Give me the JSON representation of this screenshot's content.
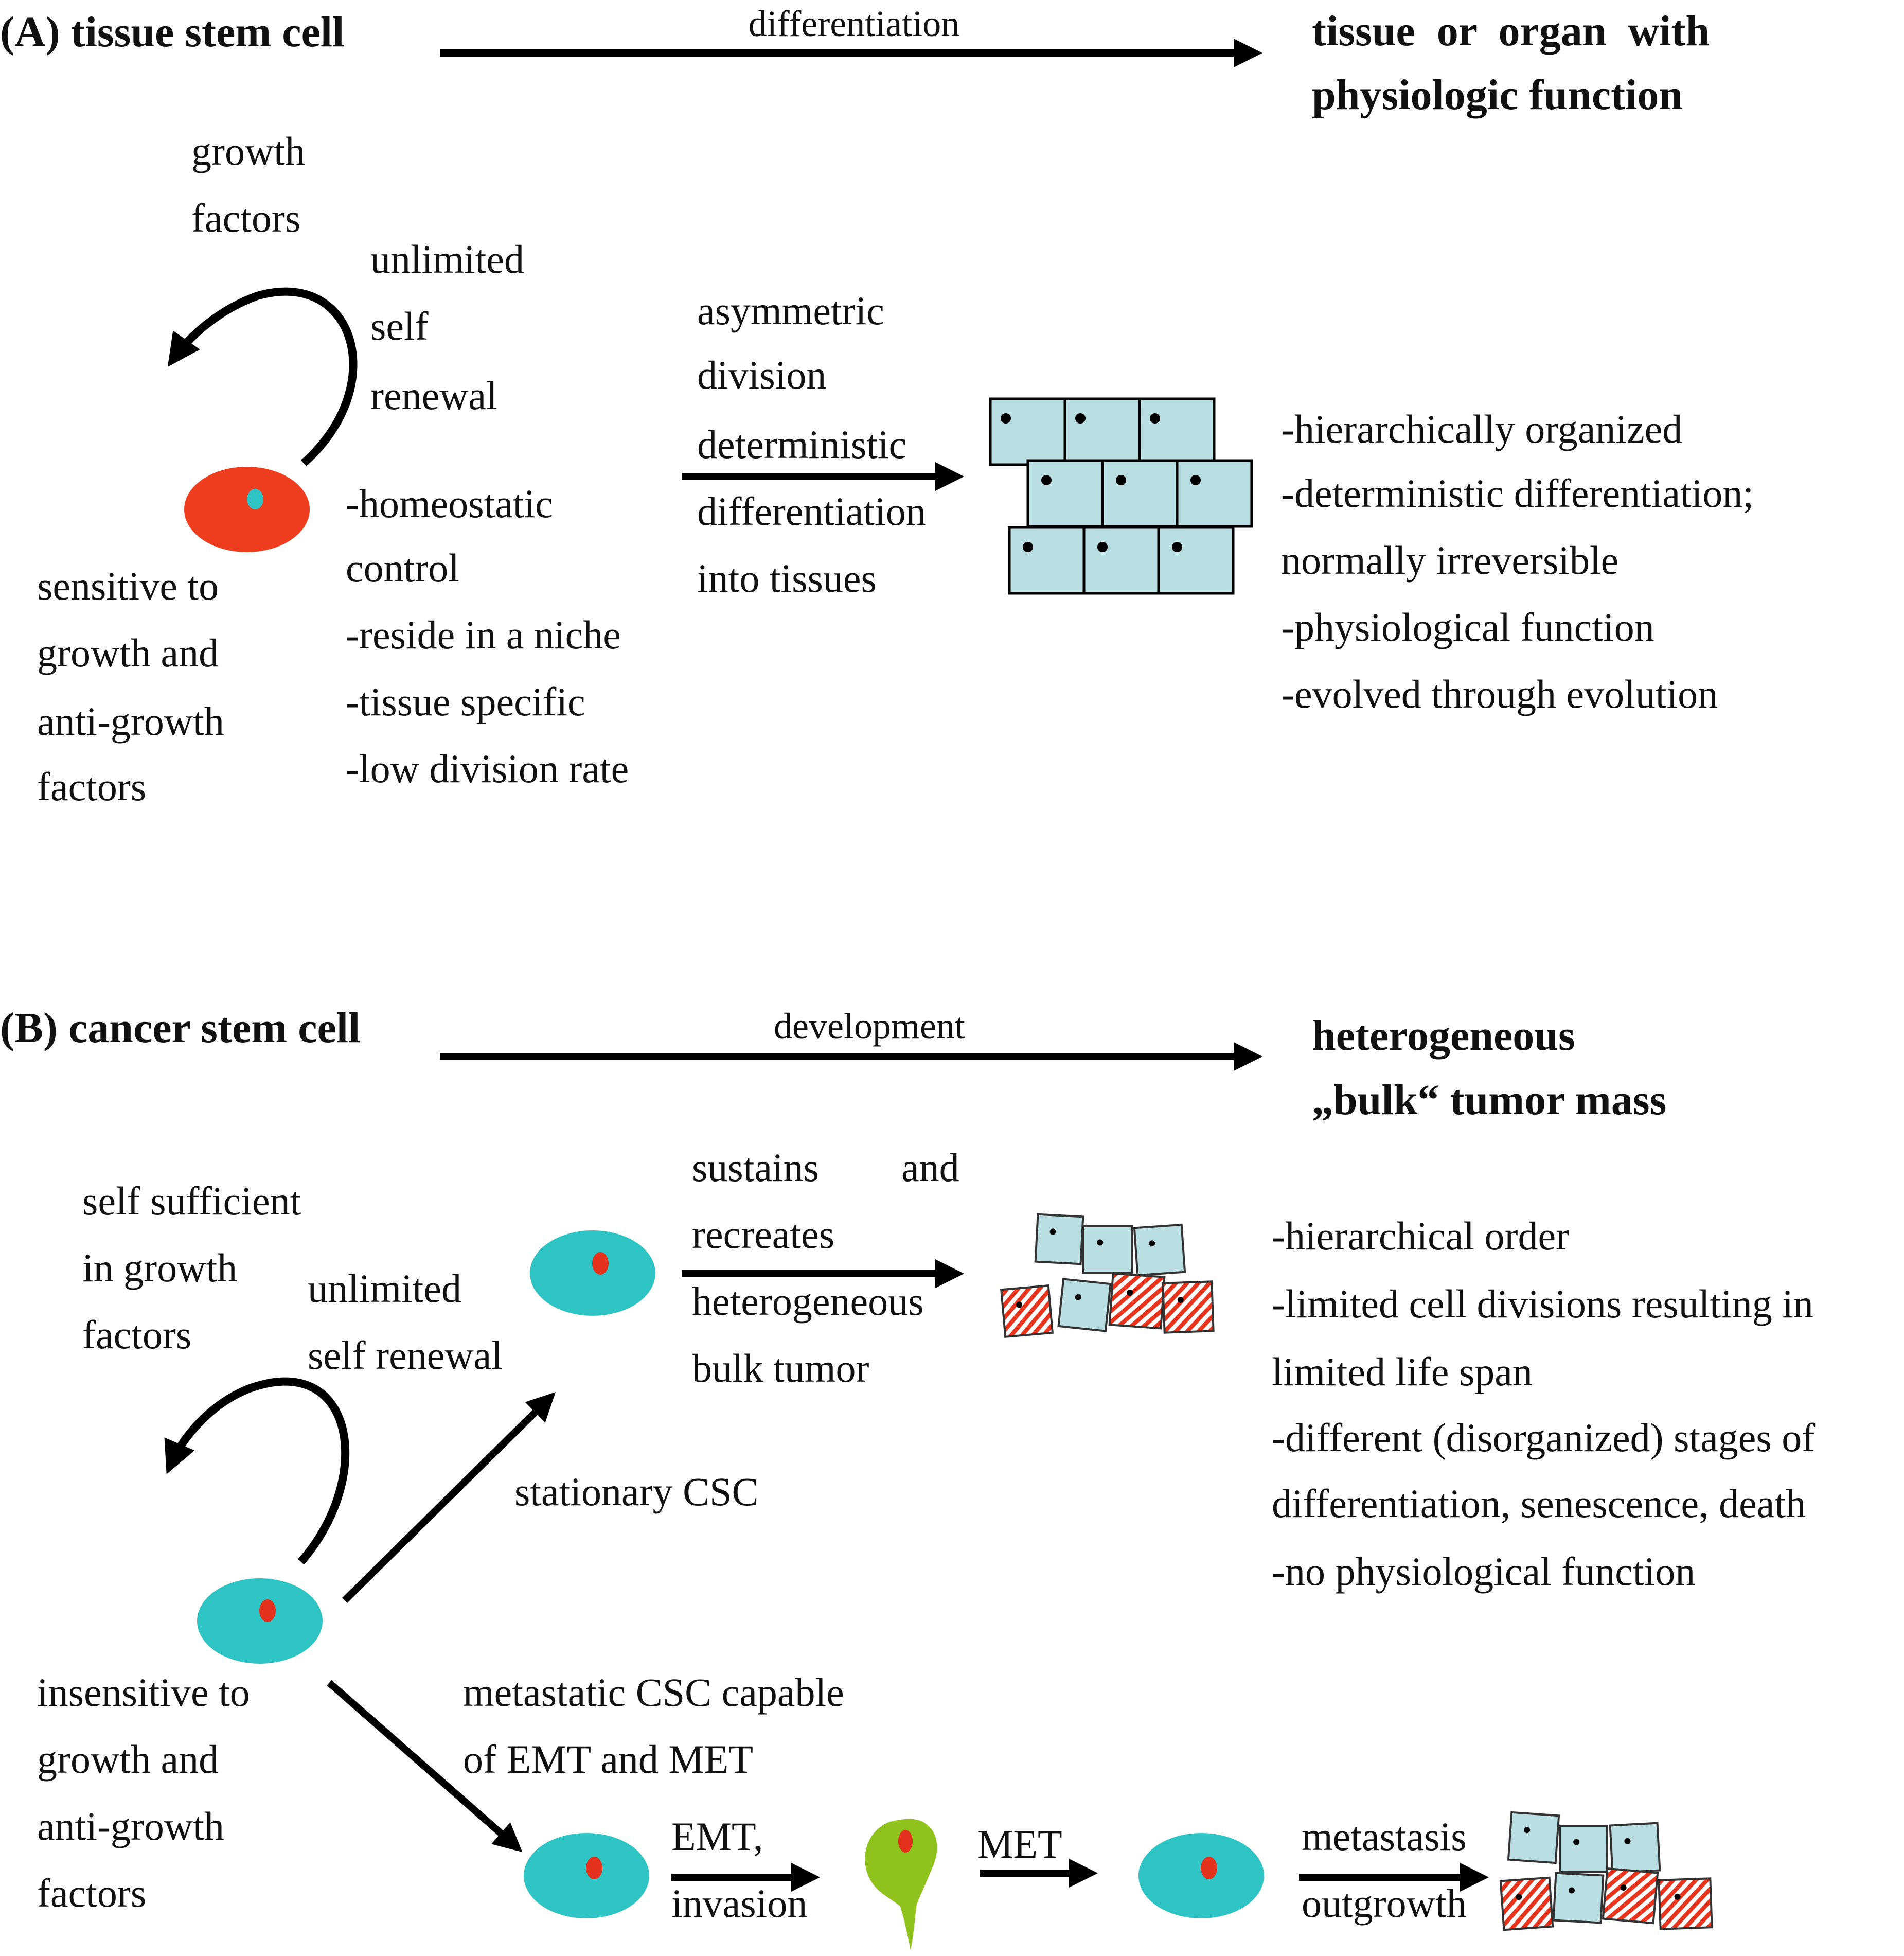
{
  "colors": {
    "tissue_cell": "#ee3d1f",
    "cancer_cell": "#2fc4c4",
    "cancer_nucleus": "#e4321e",
    "tissue_nucleus": "#2fc4c4",
    "tissue_block": "#b9dfe2",
    "tumor_hatch": "#e8341c",
    "migrating_cell": "#8fc21c"
  },
  "panel_a": {
    "title": "(A) tissue stem cell",
    "arrow_label": "differentiation",
    "target_title": [
      "tissue  or  organ  with",
      "physiologic function"
    ],
    "growth_factors": [
      "growth",
      "factors"
    ],
    "self_renewal": [
      "unlimited",
      "self",
      "renewal"
    ],
    "sensitivity": [
      "sensitive to",
      "growth and",
      "anti-growth",
      "factors"
    ],
    "properties": [
      "-homeostatic",
      "control",
      "-reside in a niche",
      "-tissue specific",
      "-low division rate"
    ],
    "division_label": [
      "asymmetric",
      "division",
      "deterministic",
      "differentiation",
      "into tissues"
    ],
    "tissue_properties": [
      "-hierarchically organized",
      "-deterministic differentiation;",
      "normally irreversible",
      "-physiological function",
      "-evolved through evolution"
    ]
  },
  "panel_b": {
    "title": "(B) cancer stem cell",
    "arrow_label": "development",
    "target_title": [
      "heterogeneous",
      "„bulk“ tumor mass"
    ],
    "growth_factors": [
      "self sufficient",
      "in growth",
      "factors"
    ],
    "self_renewal": [
      "unlimited",
      "self renewal"
    ],
    "insensitivity": [
      "insensitive to",
      "growth and",
      "anti-growth",
      "factors"
    ],
    "sustains_label": [
      "sustains",
      "and",
      "recreates",
      "heterogeneous",
      "bulk tumor"
    ],
    "stationary_label": "stationary CSC",
    "metastatic_label": [
      "metastatic CSC capable",
      "of EMT and MET"
    ],
    "emt_label": [
      "EMT,",
      "invasion"
    ],
    "met_label": "MET",
    "outgrowth_label": [
      "metastasis",
      "outgrowth"
    ],
    "tumor_properties": [
      "-hierarchical order",
      "-limited cell divisions resulting in",
      "limited life span",
      "-different (disorganized) stages of",
      "differentiation, senescence, death",
      "-no physiological function"
    ]
  }
}
